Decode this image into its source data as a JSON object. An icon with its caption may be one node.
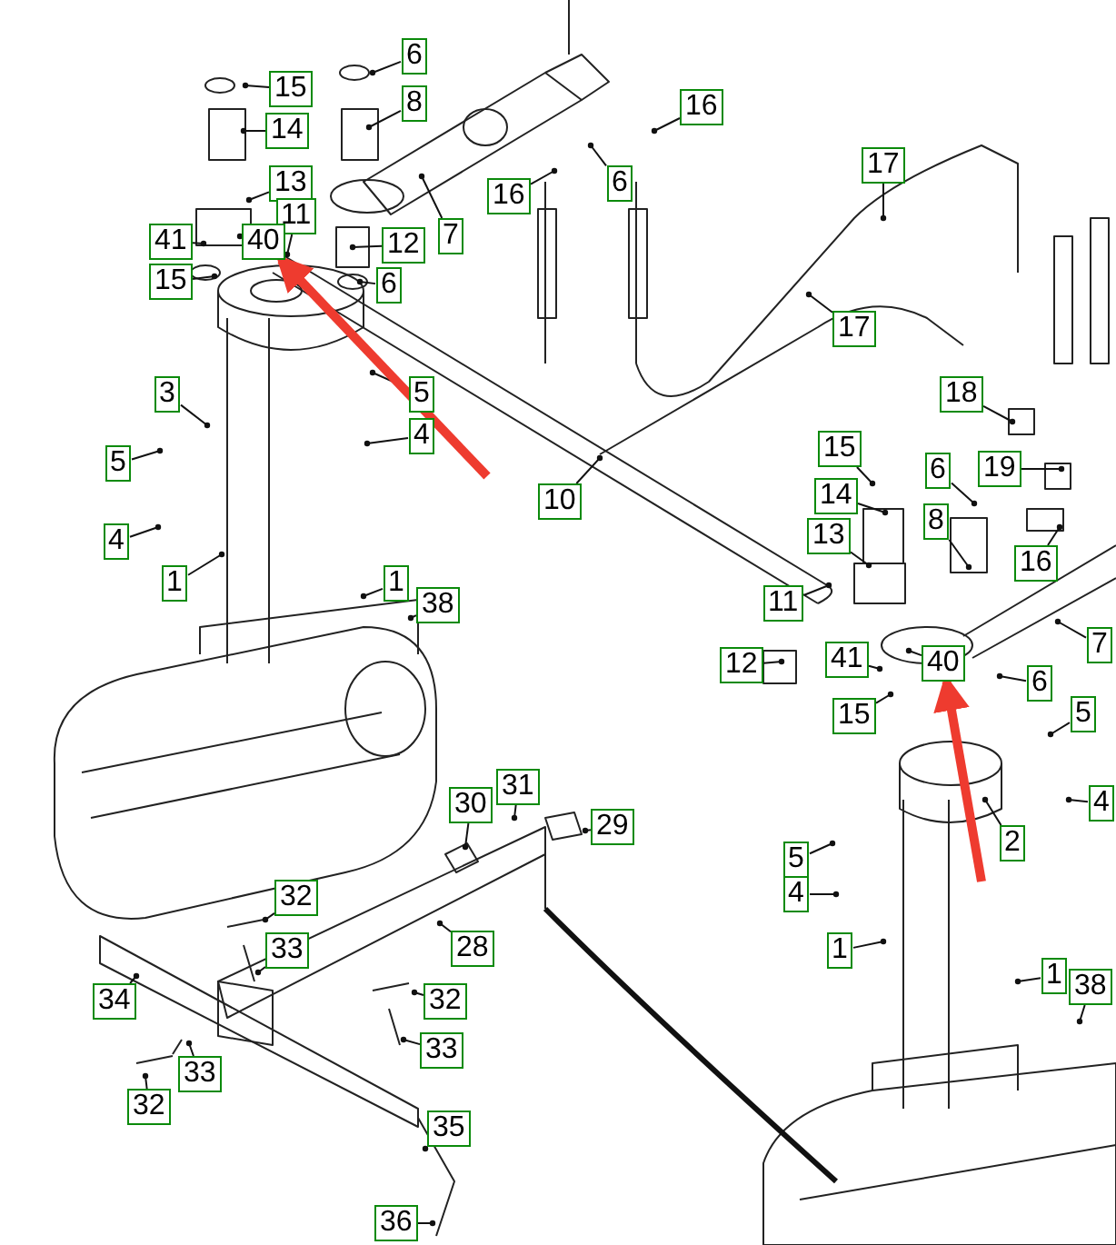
{
  "diagram": {
    "nodes": [
      {
        "text": [
          "15"
        ]
      },
      {
        "text": [
          "6"
        ]
      },
      {
        "text": [
          "14"
        ]
      },
      {
        "text": [
          "8"
        ]
      },
      {
        "text": [
          "16"
        ]
      },
      {
        "text": [
          "13"
        ]
      },
      {
        "text": [
          "16"
        ]
      },
      {
        "text": [
          "6"
        ]
      },
      {
        "text": [
          "17"
        ]
      },
      {
        "text": [
          "11"
        ]
      },
      {
        "text": [
          "7"
        ]
      },
      {
        "text": [
          "12"
        ]
      },
      {
        "text": [
          "41"
        ]
      },
      {
        "text": [
          "40"
        ]
      },
      {
        "text": [
          "6"
        ]
      },
      {
        "text": [
          "15"
        ]
      },
      {
        "text": [
          "17"
        ]
      },
      {
        "text": [
          "3"
        ]
      },
      {
        "text": [
          "5"
        ]
      },
      {
        "text": [
          "18"
        ]
      },
      {
        "text": [
          "4"
        ]
      },
      {
        "text": [
          "15"
        ]
      },
      {
        "text": [
          "5"
        ]
      },
      {
        "text": [
          "6"
        ]
      },
      {
        "text": [
          "19"
        ]
      },
      {
        "text": [
          "10"
        ]
      },
      {
        "text": [
          "14"
        ]
      },
      {
        "text": [
          "8"
        ]
      },
      {
        "text": [
          "13"
        ]
      },
      {
        "text": [
          "4"
        ]
      },
      {
        "text": [
          "16"
        ]
      },
      {
        "text": [
          "1"
        ]
      },
      {
        "text": [
          "1"
        ]
      },
      {
        "text": [
          "11"
        ]
      },
      {
        "text": [
          "38"
        ]
      },
      {
        "text": [
          "7"
        ]
      },
      {
        "text": [
          "12"
        ]
      },
      {
        "text": [
          "41"
        ]
      },
      {
        "text": [
          "40"
        ]
      },
      {
        "text": [
          "6"
        ]
      },
      {
        "text": [
          "15"
        ]
      },
      {
        "text": [
          "5"
        ]
      },
      {
        "text": [
          "4"
        ]
      },
      {
        "text": [
          "30"
        ]
      },
      {
        "text": [
          "31"
        ]
      },
      {
        "text": [
          "29"
        ]
      },
      {
        "text": [
          "2"
        ]
      },
      {
        "text": [
          "5"
        ]
      },
      {
        "text": [
          "4"
        ]
      },
      {
        "text": [
          "32"
        ]
      },
      {
        "text": [
          "33"
        ]
      },
      {
        "text": [
          "28"
        ]
      },
      {
        "text": [
          "1"
        ]
      },
      {
        "text": [
          "1"
        ]
      },
      {
        "text": [
          "38"
        ]
      },
      {
        "text": [
          "34"
        ]
      },
      {
        "text": [
          "32"
        ]
      },
      {
        "text": [
          "33"
        ]
      },
      {
        "text": [
          "33"
        ]
      },
      {
        "text": [
          "32"
        ]
      },
      {
        "text": [
          "35"
        ]
      },
      {
        "text": [
          "36"
        ]
      }
    ],
    "edges": [
      {
        "from": 0,
        "to": null,
        "arrow": "other"
      },
      {
        "from": 1,
        "to": null,
        "arrow": "other"
      },
      {
        "from": 2,
        "to": null,
        "arrow": "other"
      },
      {
        "from": 3,
        "to": null,
        "arrow": "other"
      },
      {
        "from": 4,
        "to": null,
        "arrow": "other"
      },
      {
        "from": 5,
        "to": null,
        "arrow": "other"
      },
      {
        "from": 6,
        "to": null,
        "arrow": "other"
      },
      {
        "from": 7,
        "to": null,
        "arrow": "other"
      },
      {
        "from": 8,
        "to": null,
        "arrow": "other"
      },
      {
        "from": 9,
        "to": null,
        "arrow": "other"
      },
      {
        "from": 10,
        "to": null,
        "arrow": "other"
      },
      {
        "from": 11,
        "to": null,
        "arrow": "other"
      },
      {
        "from": 12,
        "to": null,
        "arrow": "other"
      },
      {
        "from": 13,
        "to": null,
        "arrow": "other"
      },
      {
        "from": 14,
        "to": null,
        "arrow": "other"
      },
      {
        "from": 15,
        "to": null,
        "arrow": "other"
      },
      {
        "from": 16,
        "to": null,
        "arrow": "other"
      },
      {
        "from": 17,
        "to": null,
        "arrow": "other"
      },
      {
        "from": 18,
        "to": null,
        "arrow": "other"
      },
      {
        "from": 19,
        "to": null,
        "arrow": "other"
      },
      {
        "from": 20,
        "to": null,
        "arrow": "other"
      },
      {
        "from": 21,
        "to": null,
        "arrow": "other"
      },
      {
        "from": 22,
        "to": null,
        "arrow": "other"
      },
      {
        "from": 23,
        "to": null,
        "arrow": "other"
      },
      {
        "from": 24,
        "to": null,
        "arrow": "other"
      },
      {
        "from": 25,
        "to": null,
        "arrow": "other"
      },
      {
        "from": 26,
        "to": null,
        "arrow": "other"
      },
      {
        "from": 27,
        "to": null,
        "arrow": "other"
      },
      {
        "from": 28,
        "to": null,
        "arrow": "other"
      },
      {
        "from": 29,
        "to": null,
        "arrow": "other"
      },
      {
        "from": 30,
        "to": null,
        "arrow": "other"
      },
      {
        "from": 31,
        "to": null,
        "arrow": "other"
      },
      {
        "from": 32,
        "to": null,
        "arrow": "other"
      },
      {
        "from": 33,
        "to": null,
        "arrow": "other"
      },
      {
        "from": 34,
        "to": null,
        "arrow": "other"
      },
      {
        "from": 35,
        "to": null,
        "arrow": "other"
      },
      {
        "from": 36,
        "to": null,
        "arrow": "other"
      },
      {
        "from": 37,
        "to": null,
        "arrow": "other"
      },
      {
        "from": 38,
        "to": null,
        "arrow": "other"
      },
      {
        "from": 39,
        "to": null,
        "arrow": "other"
      },
      {
        "from": 40,
        "to": null,
        "arrow": "other"
      },
      {
        "from": 41,
        "to": null,
        "arrow": "other"
      },
      {
        "from": 42,
        "to": null,
        "arrow": "other"
      },
      {
        "from": 43,
        "to": null,
        "arrow": "other"
      },
      {
        "from": 44,
        "to": null,
        "arrow": "other"
      },
      {
        "from": 45,
        "to": null,
        "arrow": "other"
      },
      {
        "from": 46,
        "to": null,
        "arrow": "other"
      },
      {
        "from": 47,
        "to": null,
        "arrow": "other"
      },
      {
        "from": 48,
        "to": null,
        "arrow": "other"
      },
      {
        "from": 49,
        "to": null,
        "arrow": "other"
      },
      {
        "from": 50,
        "to": null,
        "arrow": "other"
      },
      {
        "from": 51,
        "to": null,
        "arrow": "other"
      },
      {
        "from": 52,
        "to": null,
        "arrow": "other"
      },
      {
        "from": 53,
        "to": null,
        "arrow": "other"
      },
      {
        "from": 54,
        "to": null,
        "arrow": "other"
      },
      {
        "from": 55,
        "to": null,
        "arrow": "other"
      },
      {
        "from": 56,
        "to": null,
        "arrow": "other"
      },
      {
        "from": 57,
        "to": null,
        "arrow": "other"
      },
      {
        "from": 58,
        "to": null,
        "arrow": "other"
      },
      {
        "from": 59,
        "to": null,
        "arrow": "other"
      },
      {
        "from": 60,
        "to": null,
        "arrow": "other"
      },
      {
        "from": 61,
        "to": null,
        "arrow": "other"
      },
      {
        "from": null,
        "to": 13,
        "arrow": "to",
        "style": "thick",
        "color": "#ee3b2f"
      },
      {
        "from": null,
        "to": 38,
        "arrow": "to",
        "style": "thick",
        "color": "#ee3b2f"
      }
    ]
  }
}
